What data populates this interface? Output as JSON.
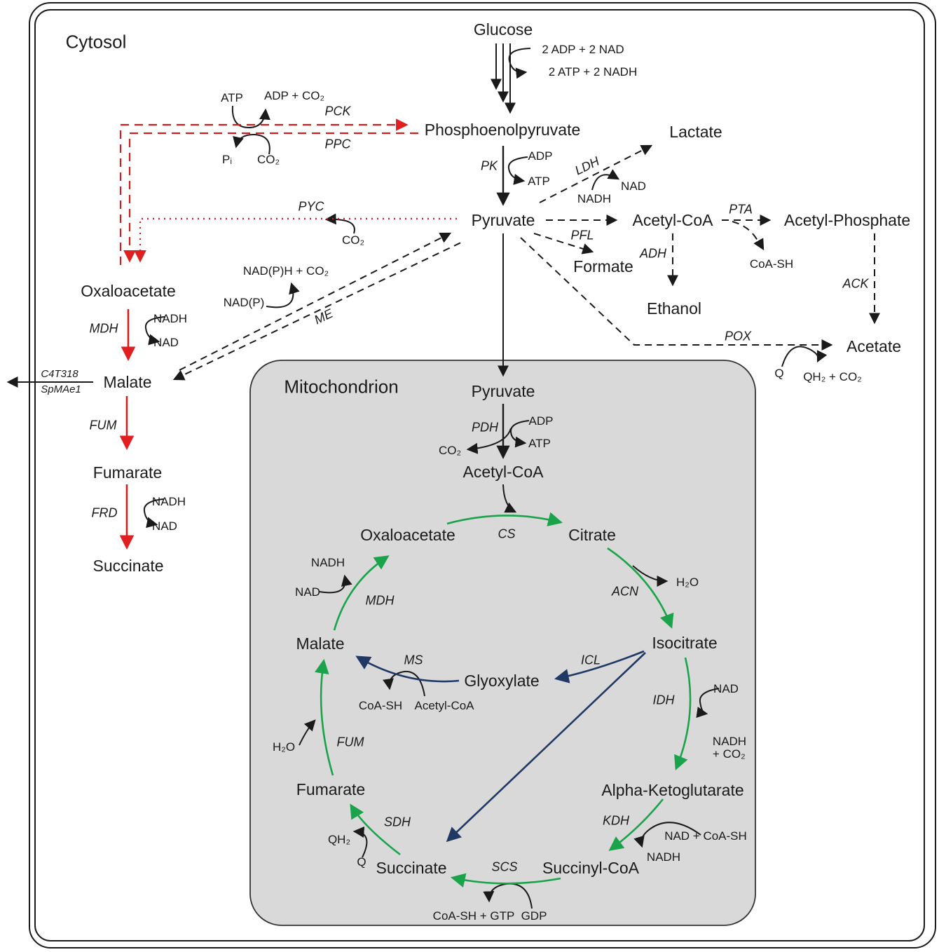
{
  "compartments": {
    "cytosol": "Cytosol",
    "mitochondrion": "Mitochondrion"
  },
  "colors": {
    "tca_green": "#1aa34a",
    "glyoxylate_blue": "#1f3864",
    "reductive_red": "#cf1e1e",
    "line_black": "#1a1a1a",
    "mitochondrion_fill": "#d9d9d9"
  },
  "metabolites": {
    "glucose": "Glucose",
    "pep": "Phosphoenolpyruvate",
    "lactate": "Lactate",
    "pyruvate": "Pyruvate",
    "acetyl_coa": "Acetyl-CoA",
    "acetyl_phosphate": "Acetyl-Phosphate",
    "formate": "Formate",
    "ethanol": "Ethanol",
    "acetate": "Acetate",
    "oxaloacetate": "Oxaloacetate",
    "malate": "Malate",
    "fumarate": "Fumarate",
    "succinate": "Succinate",
    "pyruvate_mito": "Pyruvate",
    "acetyl_coa_mito": "Acetyl-CoA",
    "oxaloacetate_mito": "Oxaloacetate",
    "citrate": "Citrate",
    "isocitrate": "Isocitrate",
    "alpha_ketoglutarate": "Alpha-Ketoglutarate",
    "succinyl_coa": "Succinyl-CoA",
    "succinate_mito": "Succinate",
    "fumarate_mito": "Fumarate",
    "malate_mito": "Malate",
    "glyoxylate": "Glyoxylate"
  },
  "enzymes": {
    "pck": "PCK",
    "ppc": "PPC",
    "pk": "PK",
    "ldh": "LDH",
    "pyc": "PYC",
    "pta": "PTA",
    "pfl": "PFL",
    "adh": "ADH",
    "ack": "ACK",
    "pox": "POX",
    "me": "ME",
    "mdh_cyt": "MDH",
    "fum_cyt": "FUM",
    "frd": "FRD",
    "pdh": "PDH",
    "cs": "CS",
    "acn": "ACN",
    "idh": "IDH",
    "kdh": "KDH",
    "scs": "SCS",
    "sdh": "SDH",
    "fum_mito": "FUM",
    "mdh_mito": "MDH",
    "ms": "MS",
    "icl": "ICL"
  },
  "transporters": {
    "c4t318": "C4T318",
    "spmae1": "SpMAe1"
  },
  "cofactors": {
    "glycolysis_in": "2 ADP + 2 NAD",
    "glycolysis_out": "2 ATP + 2 NADH",
    "pck_atp": "ATP",
    "pck_adp_co2": "ADP + CO₂",
    "ppc_pi": "Pᵢ",
    "ppc_co2": "CO₂",
    "pk_adp": "ADP",
    "pk_atp": "ATP",
    "ldh_nadh": "NADH",
    "ldh_nad": "NAD",
    "pyc_co2": "CO₂",
    "me_nadp": "NAD(P)",
    "me_nadph_co2": "NAD(P)H + CO₂",
    "mdh_cyt_nadh": "NADH",
    "mdh_cyt_nad": "NAD",
    "frd_nadh": "NADH",
    "frd_nad": "NAD",
    "pta_coa_sh": "CoA-SH",
    "pox_q": "Q",
    "pox_qh2_co2": "QH₂ + CO₂",
    "pdh_adp": "ADP",
    "pdh_atp": "ATP",
    "pdh_co2": "CO₂",
    "acn_h2o": "H₂O",
    "idh_nad": "NAD",
    "idh_nadh_co2": "NADH\n+ CO₂",
    "kdh_nad_coa": "NAD + CoA-SH",
    "kdh_nadh": "NADH",
    "scs_gdp": "GDP",
    "scs_coa_gtp": "CoA-SH + GTP",
    "sdh_q": "Q",
    "sdh_qh2": "QH₂",
    "fum_h2o": "H₂O",
    "mdh_mito_nad": "NAD",
    "mdh_mito_nadh": "NADH",
    "ms_coa_sh": "CoA-SH",
    "ms_acetyl_coa": "Acetyl-CoA"
  }
}
